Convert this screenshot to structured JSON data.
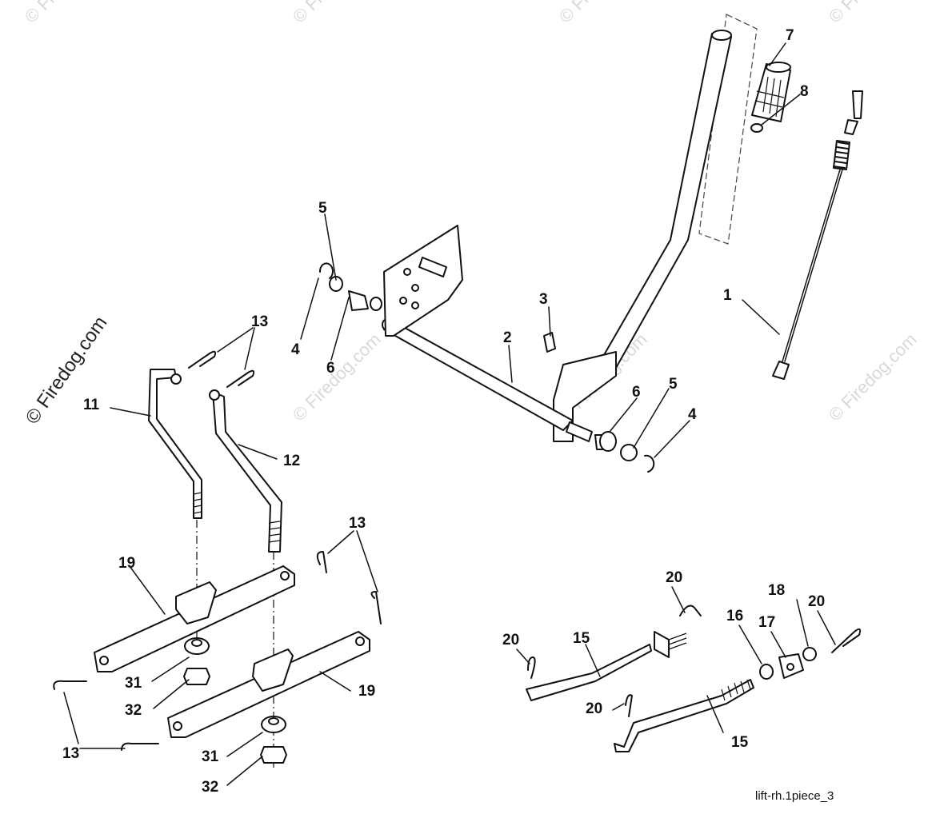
{
  "watermark": {
    "main": "© Firedog.com",
    "faint": "© Firedog.com"
  },
  "reference_code": "lift-rh.1piece_3",
  "callouts": {
    "c1": "1",
    "c2": "2",
    "c3": "3",
    "c4a": "4",
    "c4b": "4",
    "c5a": "5",
    "c5b": "5",
    "c6a": "6",
    "c6b": "6",
    "c7": "7",
    "c8": "8",
    "c11": "11",
    "c12": "12",
    "c13a": "13",
    "c13b": "13",
    "c13c": "13",
    "c15a": "15",
    "c15b": "15",
    "c16": "16",
    "c17": "17",
    "c18": "18",
    "c19a": "19",
    "c19b": "19",
    "c20a": "20",
    "c20b": "20",
    "c20c": "20",
    "c20d": "20",
    "c31a": "31",
    "c31b": "31",
    "c32a": "32",
    "c32b": "32"
  }
}
